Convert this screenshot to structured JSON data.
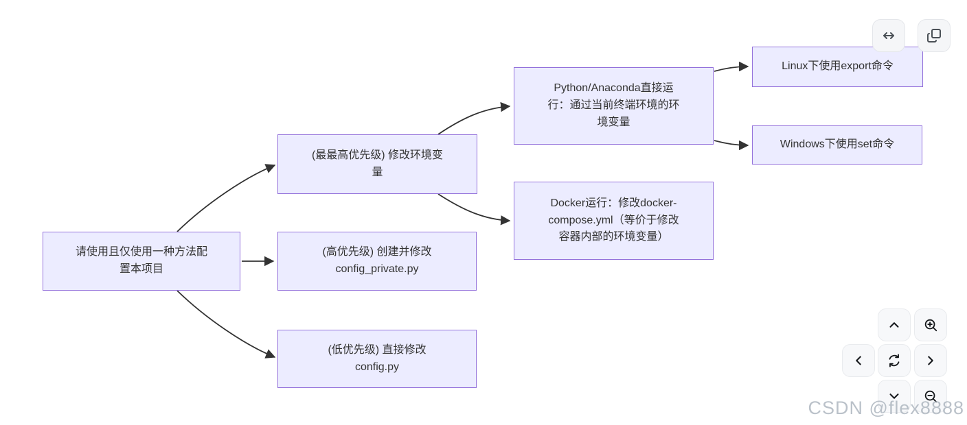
{
  "diagram": {
    "nodes": {
      "root": {
        "label": "请使用且仅使用一种方法配置本项目"
      },
      "env": {
        "label": "(最最高优先级) 修改环境变量"
      },
      "private": {
        "label": "(高优先级) 创建并修改 config_private.py"
      },
      "config": {
        "label": "(低优先级) 直接修改 config.py"
      },
      "python": {
        "label": "Python/Anaconda直接运行：通过当前终端环境的环境变量"
      },
      "docker": {
        "label": "Docker运行：修改docker-compose.yml（等价于修改容器内部的环境变量）"
      },
      "linux": {
        "label": "Linux下使用export命令"
      },
      "windows": {
        "label": "Windows下使用set命令"
      }
    },
    "colors": {
      "node_fill": "#ECECFF",
      "node_border": "#9370DB",
      "edge": "#333333",
      "text": "#333333"
    }
  },
  "toolbar": {
    "icons": [
      "expand-horizontal-icon",
      "copy-icon"
    ]
  },
  "nav_pad": {
    "icons": [
      "chevron-up-icon",
      "zoom-in-icon",
      "chevron-left-icon",
      "reset-icon",
      "chevron-right-icon",
      "chevron-down-icon",
      "zoom-out-icon"
    ]
  },
  "watermark": {
    "text": "CSDN @flex8888",
    "color": "#A6AFBA"
  }
}
